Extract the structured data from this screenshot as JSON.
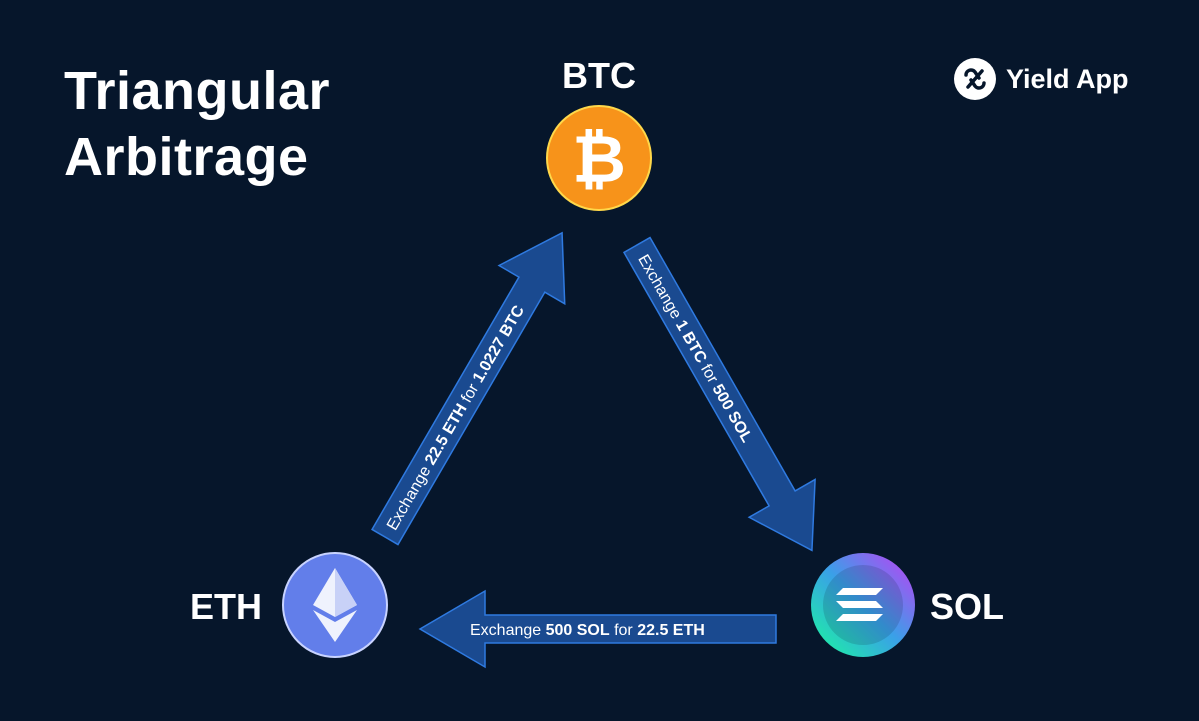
{
  "title": {
    "line1": "Triangular",
    "line2": "Arbitrage"
  },
  "brand": {
    "name": "Yield App",
    "icon": "yield-app-logo-icon"
  },
  "nodes": {
    "btc": {
      "label": "BTC",
      "icon": "bitcoin-icon",
      "color": "#f7931a"
    },
    "eth": {
      "label": "ETH",
      "icon": "ethereum-icon",
      "color": "#627eea"
    },
    "sol": {
      "label": "SOL",
      "icon": "solana-icon",
      "color": "#9945ff"
    }
  },
  "arrows": {
    "eth_to_btc": {
      "prefix": "Exchange ",
      "amount_in": "22.5 ETH",
      "middle": " for ",
      "amount_out": "1.0227 BTC"
    },
    "btc_to_sol": {
      "prefix": "Exchange ",
      "amount_in": "1 BTC",
      "middle": " for ",
      "amount_out": "500 SOL"
    },
    "sol_to_eth": {
      "prefix": "Exchange ",
      "amount_in": "500 SOL",
      "middle": " for ",
      "amount_out": "22.5 ETH"
    }
  },
  "colors": {
    "background": "#06162b",
    "arrow_fill": "#1a4a90",
    "arrow_stroke": "#2f7ae0"
  }
}
